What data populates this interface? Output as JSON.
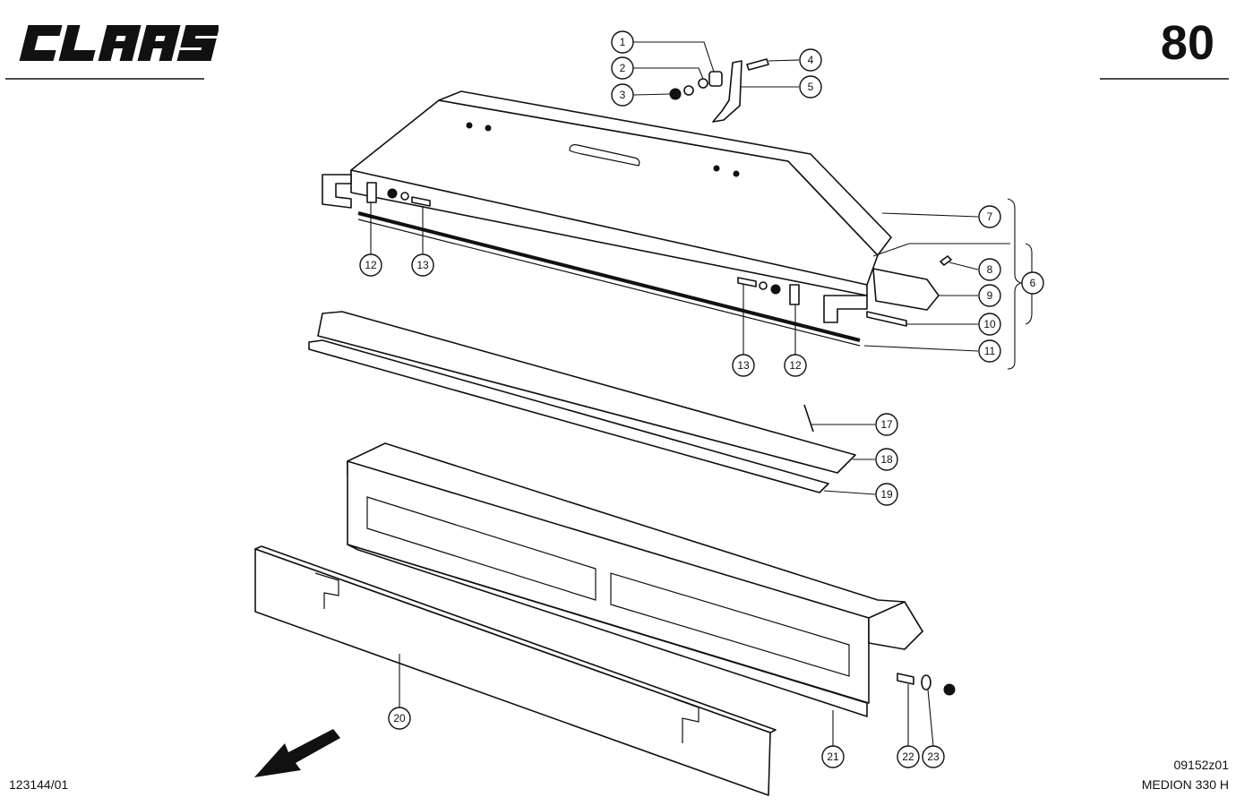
{
  "header": {
    "brand": "CLAAS",
    "page_number": "80"
  },
  "footer": {
    "document_number": "123144/01",
    "figure_code": "09152z01",
    "model": "MEDION 330 H"
  },
  "callouts": [
    {
      "id": "c1",
      "label": "1"
    },
    {
      "id": "c2",
      "label": "2"
    },
    {
      "id": "c3",
      "label": "3"
    },
    {
      "id": "c4",
      "label": "4"
    },
    {
      "id": "c5",
      "label": "5"
    },
    {
      "id": "c6",
      "label": "6"
    },
    {
      "id": "c7",
      "label": "7"
    },
    {
      "id": "c8",
      "label": "8"
    },
    {
      "id": "c9",
      "label": "9"
    },
    {
      "id": "c10",
      "label": "10"
    },
    {
      "id": "c11",
      "label": "11"
    },
    {
      "id": "c12a",
      "label": "12"
    },
    {
      "id": "c13a",
      "label": "13"
    },
    {
      "id": "c13b",
      "label": "13"
    },
    {
      "id": "c12b",
      "label": "12"
    },
    {
      "id": "c17",
      "label": "17"
    },
    {
      "id": "c18",
      "label": "18"
    },
    {
      "id": "c19",
      "label": "19"
    },
    {
      "id": "c20",
      "label": "20"
    },
    {
      "id": "c21",
      "label": "21"
    },
    {
      "id": "c22",
      "label": "22"
    },
    {
      "id": "c23",
      "label": "23"
    }
  ]
}
